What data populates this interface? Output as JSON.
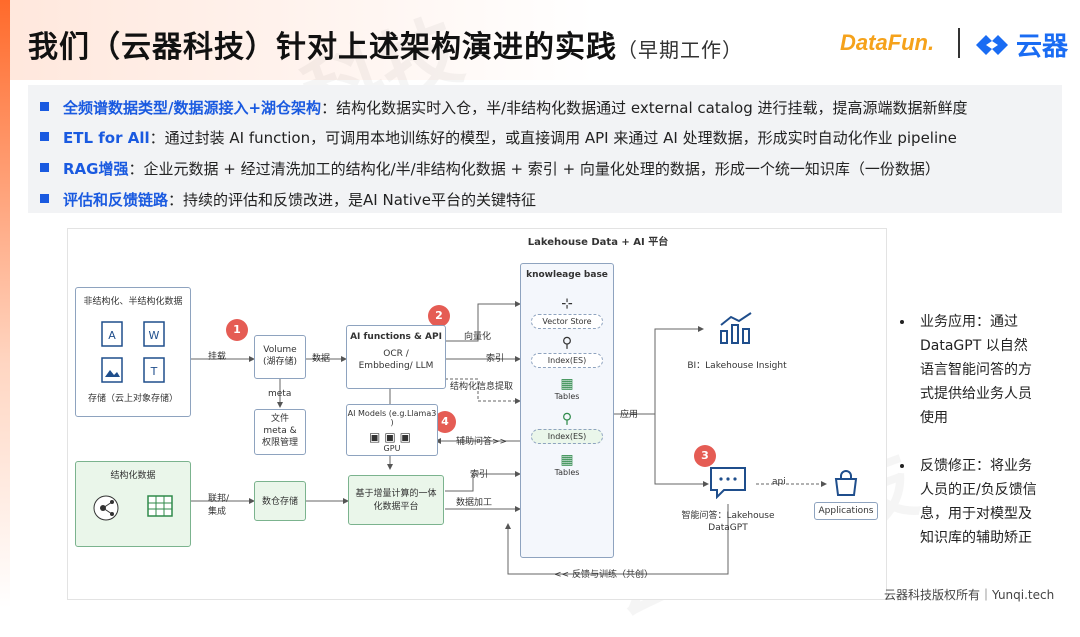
{
  "header": {
    "title": "我们（云器科技）针对上述架构演进的实践",
    "subtitle": "（早期工作）"
  },
  "logos": {
    "datafun": "DataFun.",
    "yunqi": "云器"
  },
  "bullets": [
    {
      "highlight": "全频谱数据类型/数据源接入+湖仓架构",
      "text": "：结构化数据实时入仓，半/非结构化数据通过 external catalog 进行挂载，提高源端数据新鲜度"
    },
    {
      "highlight": "ETL for All",
      "text": "：通过封装 AI function，可调用本地训练好的模型，或直接调用 API 来通过 AI 处理数据，形成实时自动化作业 pipeline"
    },
    {
      "highlight": "RAG增强",
      "text": "：企业元数据 + 经过清洗加工的结构化/半/非结构化数据 + 索引 + 向量化处理的数据，形成一个统一知识库（一份数据）"
    },
    {
      "highlight": "评估和反馈链路",
      "text": "：持续的评估和反馈改进，是AI Native平台的关键特征"
    }
  ],
  "diagram": {
    "platform_title": "Lakehouse Data + AI 平台",
    "unstructured": {
      "title": "非结构化、半结构化数据",
      "caption": "存储（云上对象存储）"
    },
    "structured": {
      "title": "结构化数据"
    },
    "labels": {
      "mount": "挂载",
      "federate": "联邦/\n集成",
      "data": "数据",
      "meta": "meta",
      "vectorize": "向量化",
      "index1": "索引",
      "struct_extract": "结构化信息提取",
      "index2": "索引",
      "data_proc": "数据加工",
      "assist_qa": "辅助问答>>",
      "apply": "应用",
      "api": "api",
      "feedback": "<< 反馈与训练（共创）"
    },
    "volume": "Volume\n(湖存储)",
    "files": "文件\nmeta &\n权限管理",
    "ai_functions": {
      "title": "AI functions & API",
      "body": "OCR /\nEmbbeding/ LLM"
    },
    "ai_models": {
      "title": "AI Models (e.g.Llama3 )",
      "gpu": "GPU"
    },
    "digital_storage": "数仓存储",
    "incremental": "基于增量计算的一体\n化数据平台",
    "kb": {
      "title": "knowleage base",
      "items": [
        "Vector Store",
        "Index(ES)",
        "Tables",
        "Index(ES)",
        "Tables"
      ]
    },
    "bi": "BI：Lakehouse Insight",
    "smart_qa": "智能问答：Lakehouse\nDataGPT",
    "applications": "Applications",
    "markers": [
      "1",
      "2",
      "3",
      "4"
    ]
  },
  "right_notes": [
    {
      "text": "业务应用：通过DataGPT 以自然语言智能问答的方式提供给业务人员使用"
    },
    {
      "text": "反馈修正：将业务人员的正/负反馈信息，用于对模型及知识库的辅助矫正"
    }
  ],
  "footer": "云器科技版权所有｜Yunqi.tech"
}
